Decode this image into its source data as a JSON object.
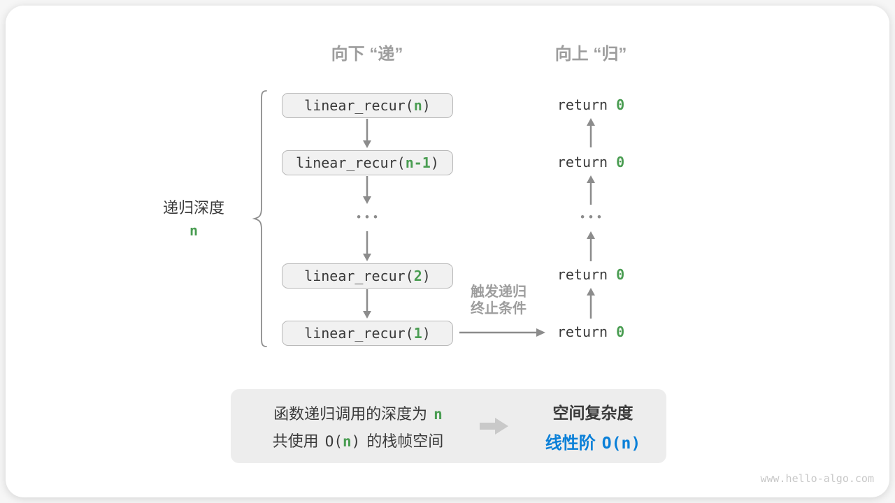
{
  "headers": {
    "down": "向下 “递”",
    "up": "向上 “归”"
  },
  "depth": {
    "label": "递归深度",
    "value": "n"
  },
  "call_stack": {
    "boxes": [
      {
        "pre": "linear_recur(",
        "arg": "n",
        "post": ")"
      },
      {
        "pre": "linear_recur(",
        "arg": "n-1",
        "post": ")"
      },
      {
        "pre": "linear_recur(",
        "arg": "2",
        "post": ")"
      },
      {
        "pre": "linear_recur(",
        "arg": "1",
        "post": ")"
      }
    ],
    "ellipsis": "•••"
  },
  "returns": {
    "items": [
      {
        "pre": "return ",
        "val": "0"
      },
      {
        "pre": "return ",
        "val": "0"
      },
      {
        "pre": "return ",
        "val": "0"
      },
      {
        "pre": "return ",
        "val": "0"
      }
    ],
    "ellipsis": "•••"
  },
  "termination": {
    "line1": "触发递归",
    "line2": "终止条件"
  },
  "summary": {
    "line1_pre": "函数递归调用的深度为",
    "line1_n": "n",
    "line2_pre": "共使用",
    "line2_code_open": "O(",
    "line2_code_n": "n",
    "line2_code_close": ")",
    "line2_post": "的栈帧空间",
    "result_title": "空间复杂度",
    "result_label": "线性阶",
    "result_code": "O(n)"
  },
  "watermark": "www.hello-algo.com",
  "colors": {
    "green": "#4a9d52",
    "blue": "#0b80d8",
    "grayLabel": "#9d9d9d"
  }
}
